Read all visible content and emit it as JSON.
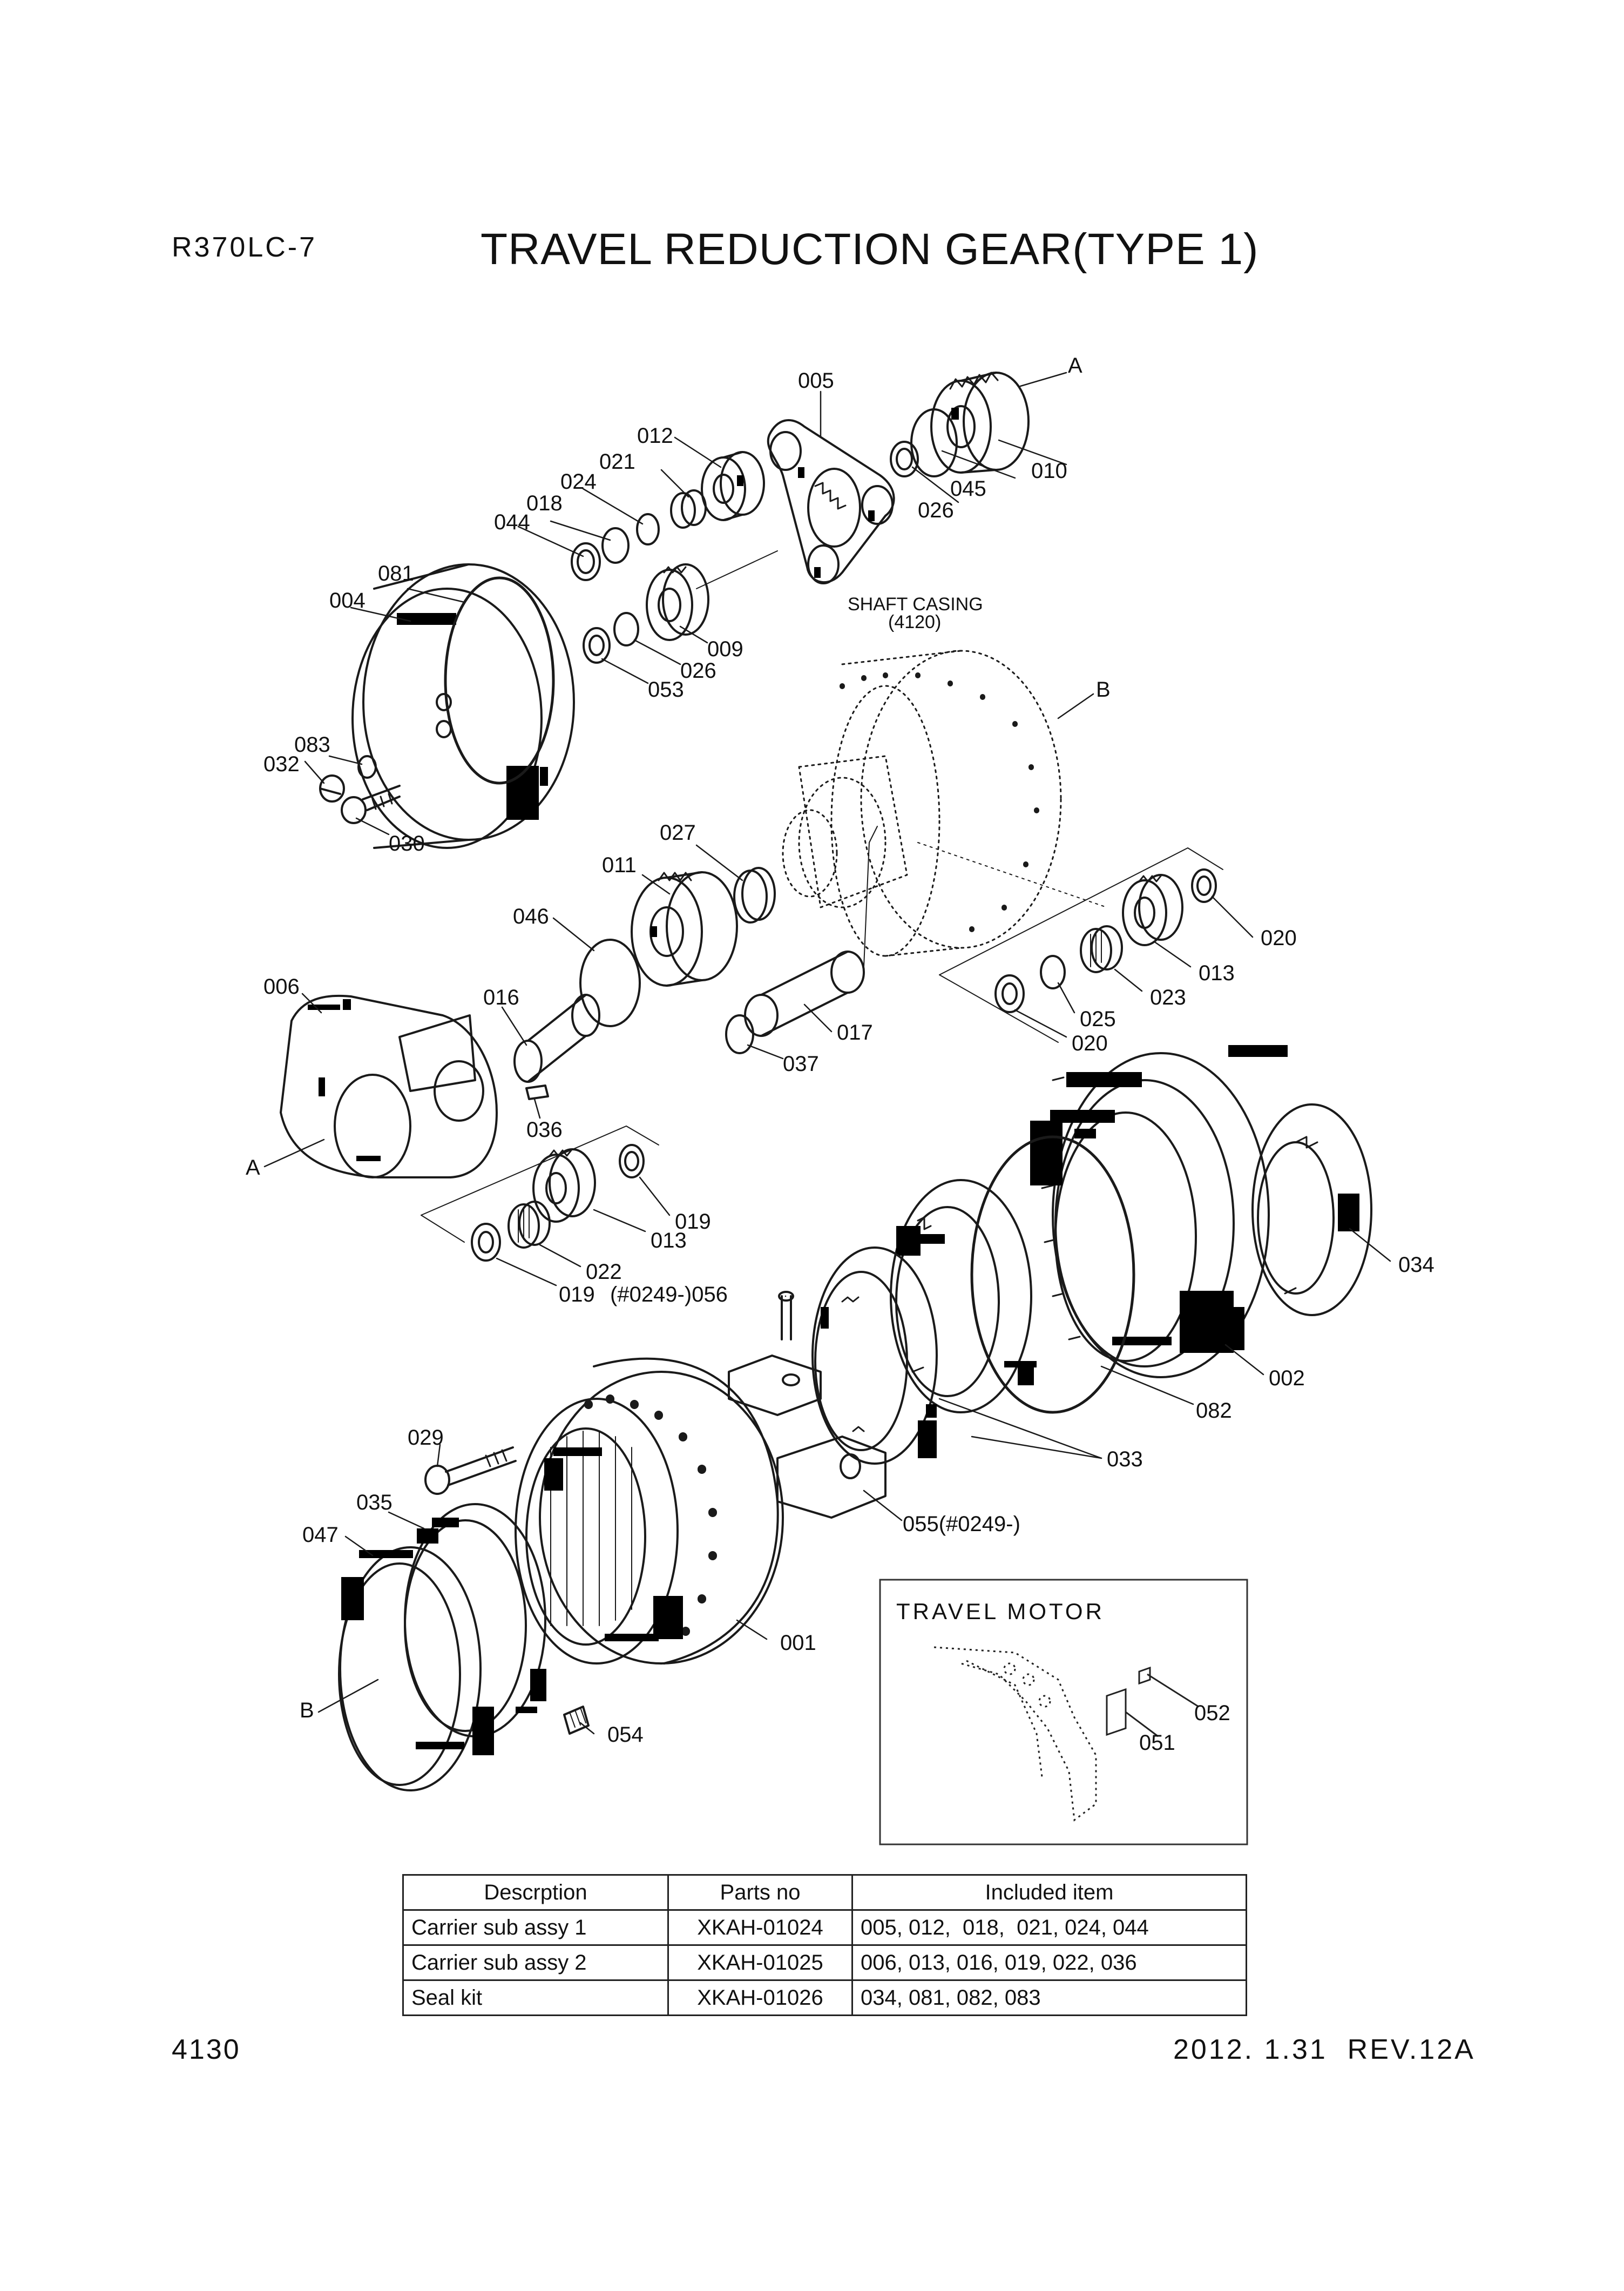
{
  "header": {
    "model": "R370LC-7",
    "title": "TRAVEL REDUCTION GEAR(TYPE 1)"
  },
  "diagram": {
    "labels": {
      "l005": "005",
      "lA1": "A",
      "l012": "012",
      "l021": "021",
      "l024": "024",
      "l018": "018",
      "l044": "044",
      "l045": "045",
      "l010": "010",
      "l026a": "026",
      "l081": "081",
      "l004": "004",
      "l009": "009",
      "l026b": "026",
      "l053": "053",
      "shaft_casing": "SHAFT CASING",
      "shaft_casing_no": "(4120)",
      "lB1": "B",
      "l083": "083",
      "l032": "032",
      "l030": "030",
      "l027": "027",
      "l011": "011",
      "l046": "046",
      "l020a": "020",
      "l013a": "013",
      "l023": "023",
      "l025": "025",
      "l020b": "020",
      "l006": "006",
      "l016": "016",
      "l017": "017",
      "l037": "037",
      "l036": "036",
      "lA2": "A",
      "l019a": "019",
      "l013b": "013",
      "l022": "022",
      "l019b": "019",
      "l034": "034",
      "l056": "(#0249-)056",
      "l002": "002",
      "l082": "082",
      "l033": "033",
      "l029": "029",
      "l055": "055(#0249-)",
      "l035": "035",
      "l047": "047",
      "l001": "001",
      "lB2": "B",
      "l054": "054",
      "travel_motor": "TRAVEL MOTOR",
      "l052": "052",
      "l051": "051"
    }
  },
  "kit_table": {
    "headers": [
      "Descrption",
      "Parts no",
      "Included item"
    ],
    "rows": [
      {
        "description": "Carrier sub assy 1",
        "parts_no": "XKAH-01024",
        "included": "005, 012,  018,  021, 024, 044"
      },
      {
        "description": "Carrier sub assy 2",
        "parts_no": "XKAH-01025",
        "included": "006, 013, 016, 019, 022, 036"
      },
      {
        "description": "Seal kit",
        "parts_no": "XKAH-01026",
        "included": "034, 081, 082, 083"
      }
    ]
  },
  "footer": {
    "page": "4130",
    "revision": "2012. 1.31  REV.12A"
  }
}
